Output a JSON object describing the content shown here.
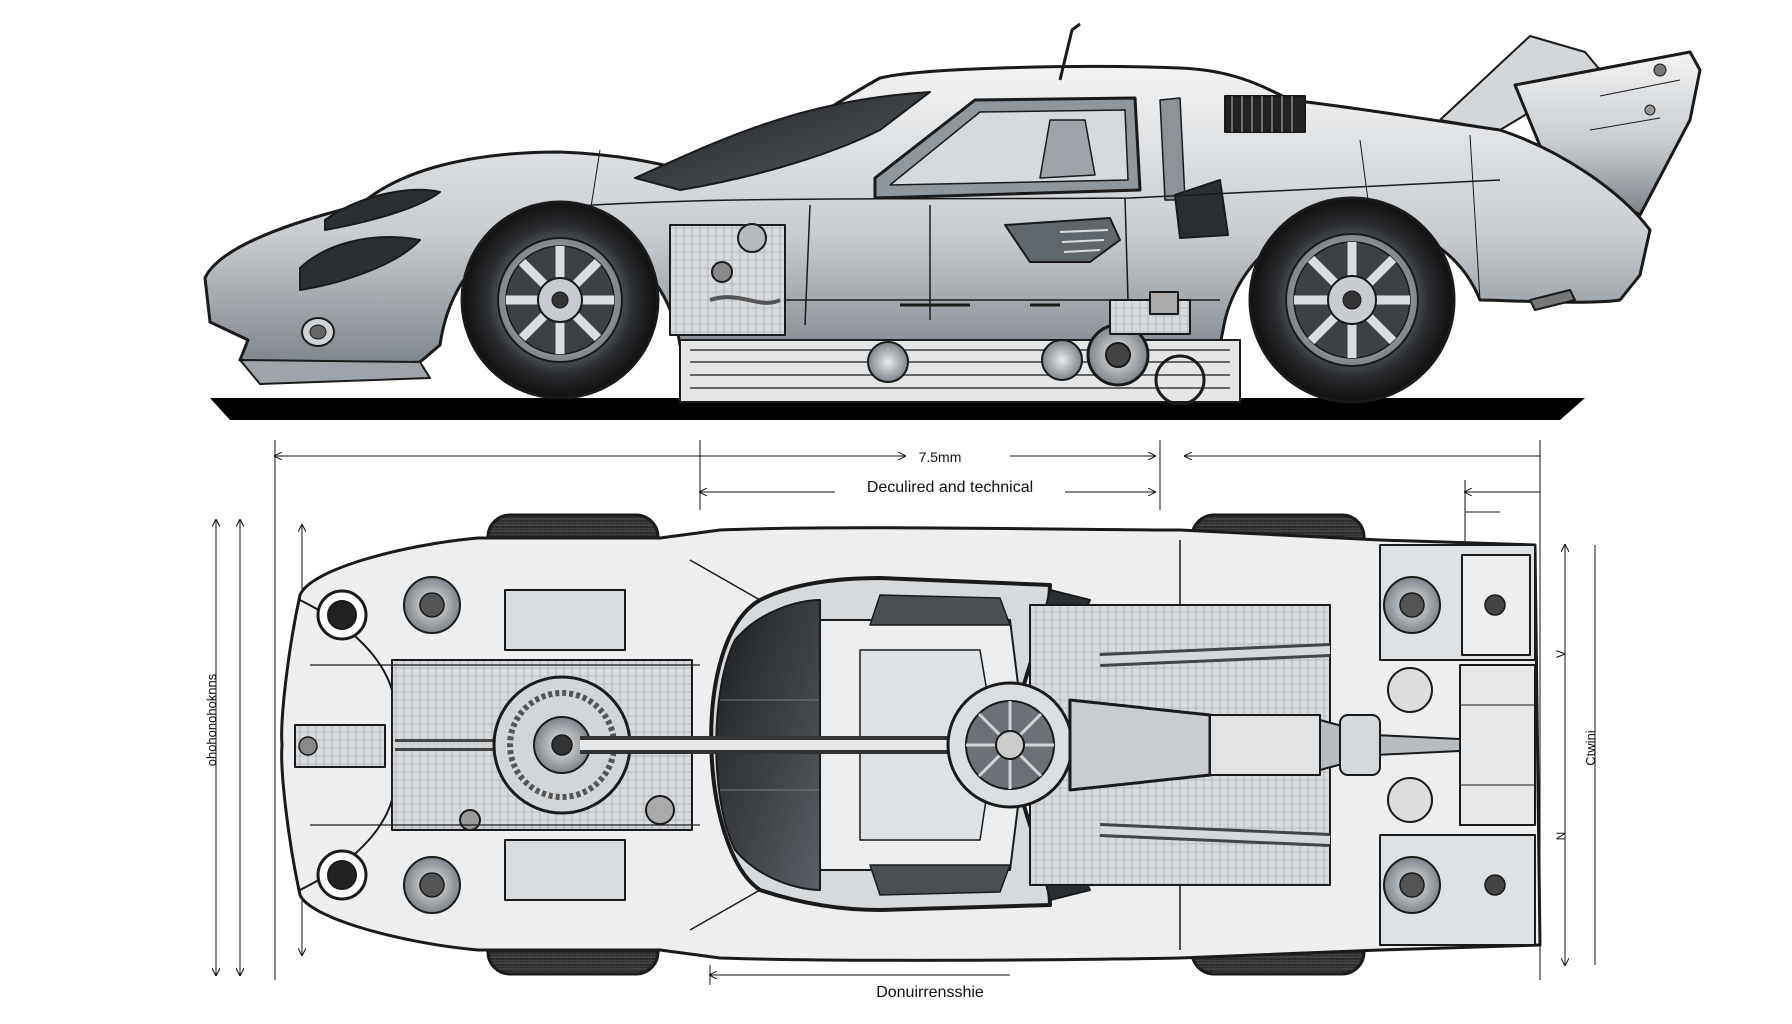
{
  "diagram": {
    "labels": {
      "top_dimension": "7.5mm",
      "top_caption": "Deculired and technical",
      "bottom_caption": "Donuirrensshie",
      "left_vertical": "ohohonohoknns",
      "right_vertical": "Ctwini",
      "right_tick_upper": "V",
      "right_tick_lower": "N"
    },
    "views": [
      "side-view",
      "underbody-top-view"
    ],
    "colors": {
      "line": "#1a1a1a",
      "body_light": "#e6e8ea",
      "body_mid": "#b9bec3",
      "body_dark": "#6e757b",
      "glass": "#2b2f33",
      "tire": "#2a2a2a",
      "shadow": "#000000"
    }
  }
}
